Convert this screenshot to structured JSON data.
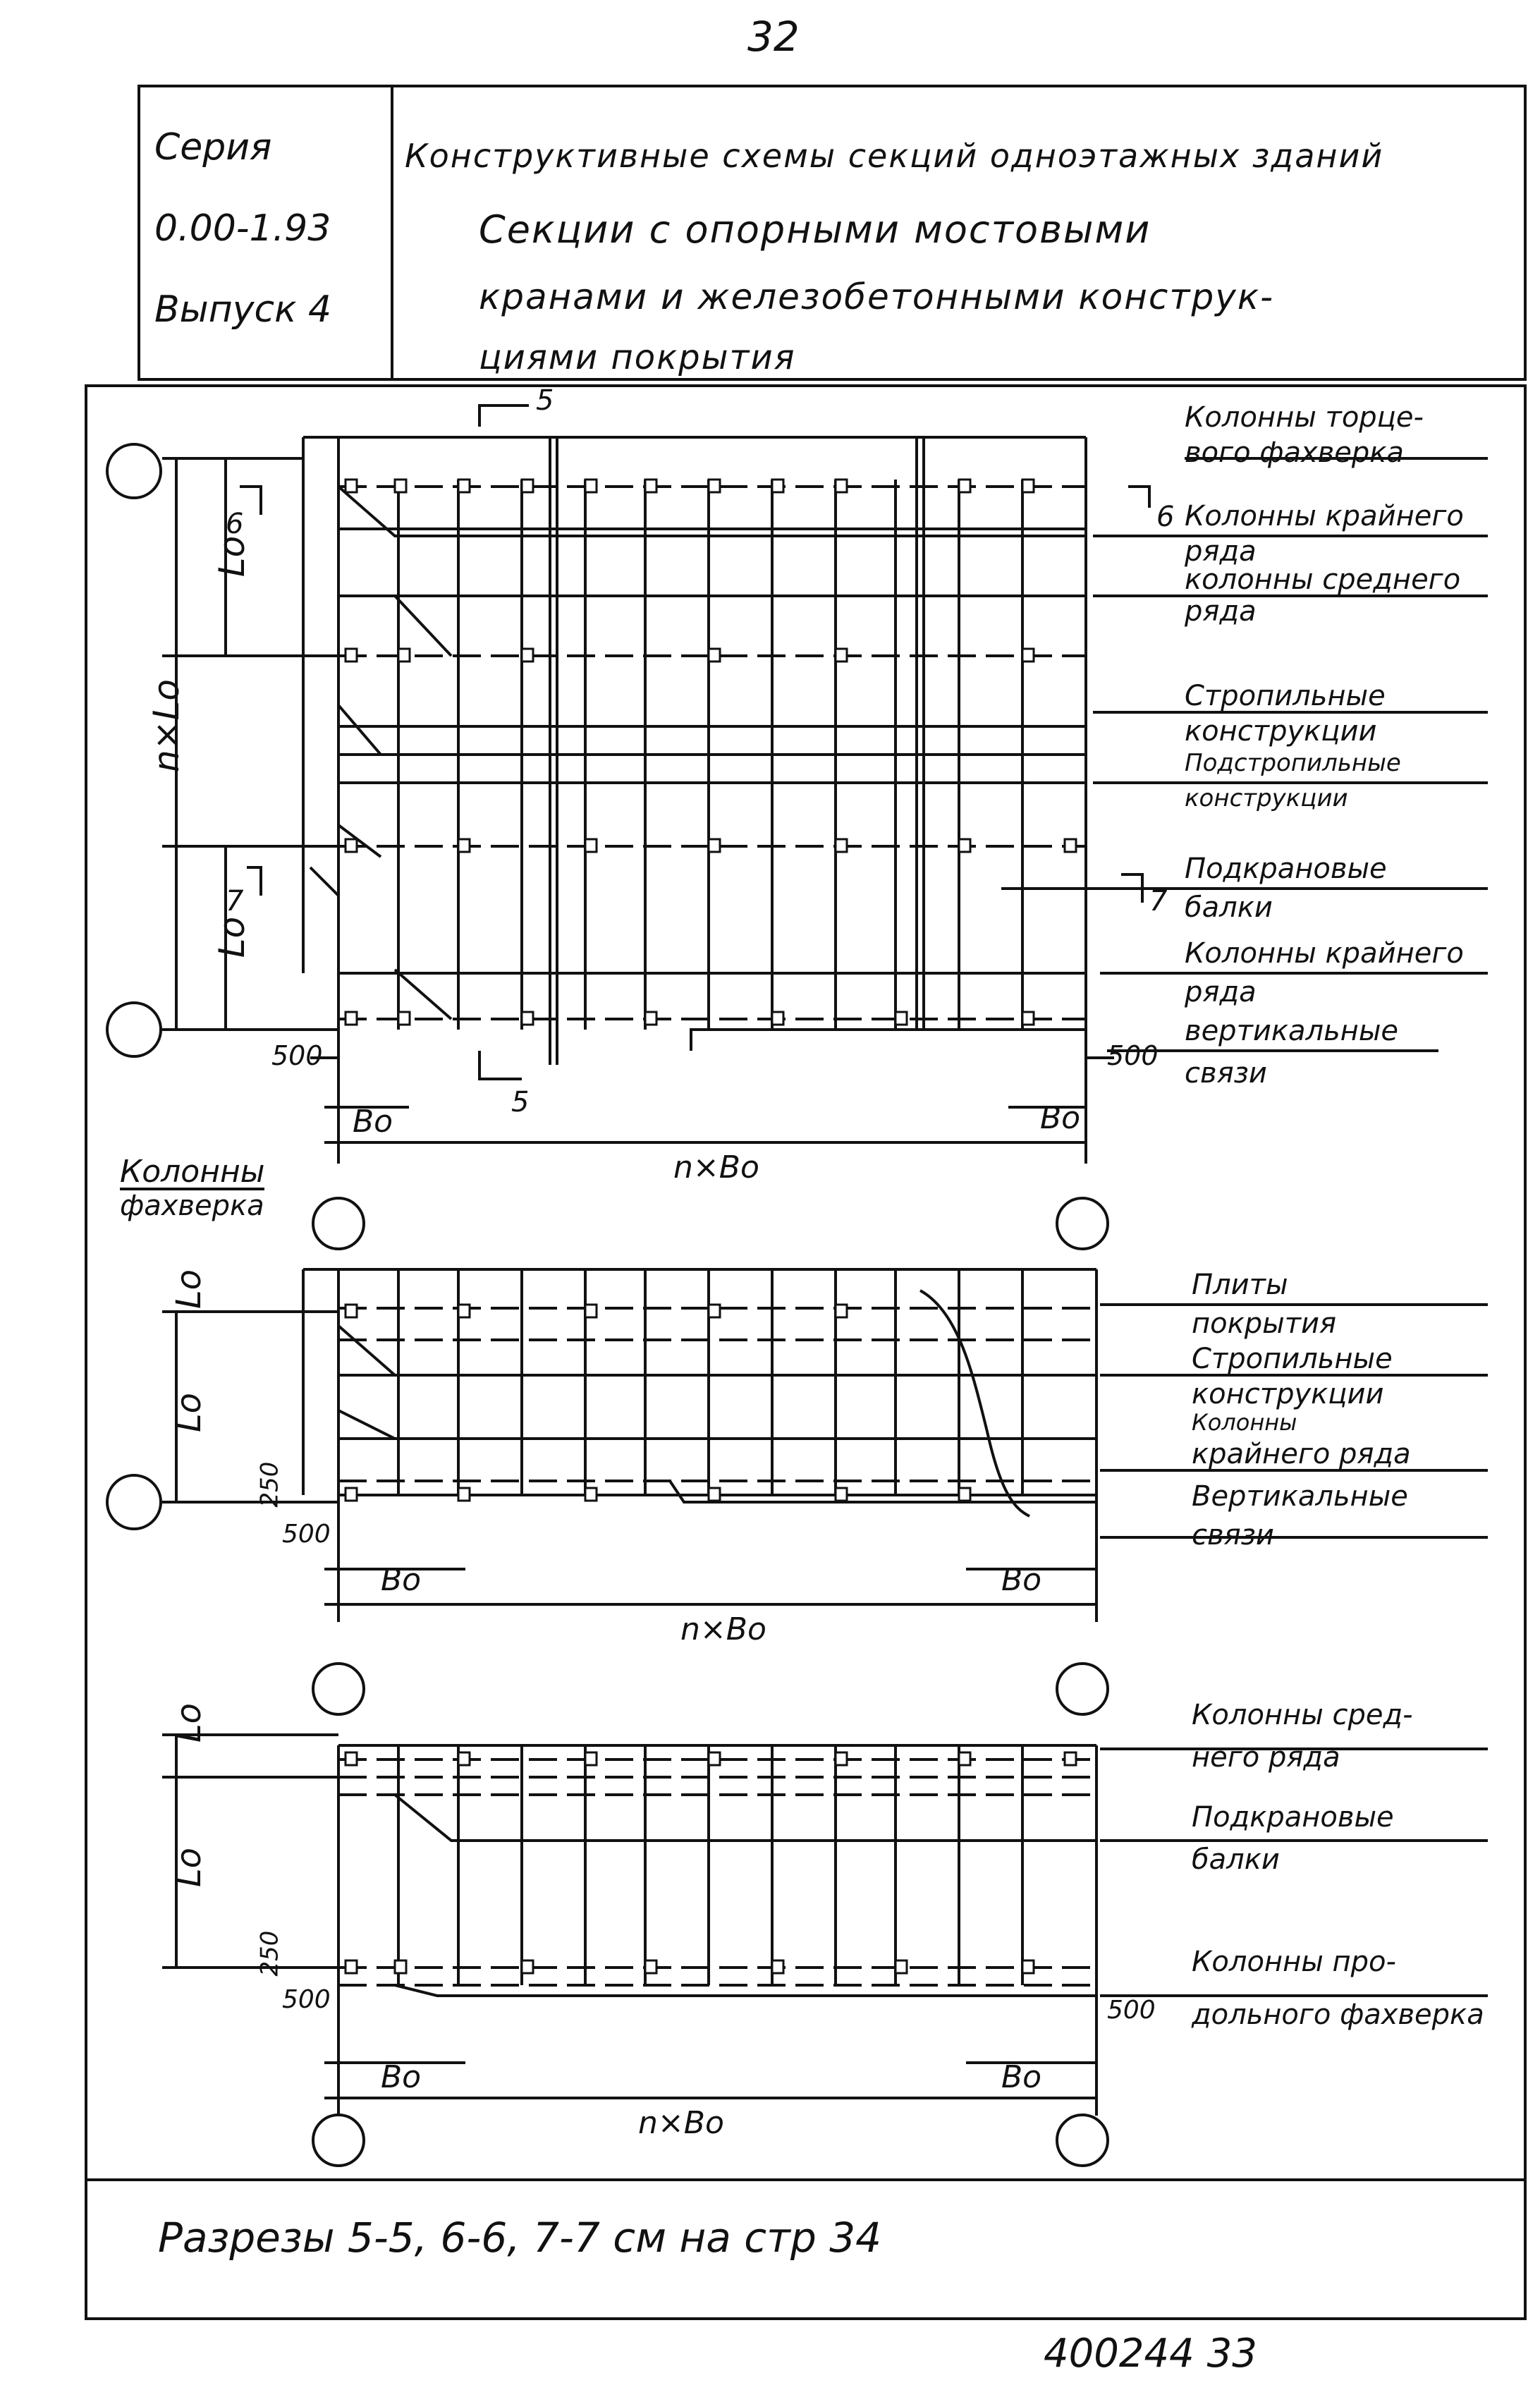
{
  "page_number": "32",
  "series": {
    "line1": "Серия",
    "line2": "0.00-1.93",
    "line3": "Выпуск 4"
  },
  "title": {
    "line1": "Конструктивные схемы секций одноэтажных зданий",
    "line2": "Секции с опорными мостовыми",
    "line3": "кранами и железобетонными конструк-",
    "line4": "циями покрытия"
  },
  "plan1": {
    "dim_n_lo": "n×Lo",
    "dim_lo_top": "Lo",
    "dim_lo_bottom": "Lo",
    "dim_500_left": "500",
    "dim_500_right": "500",
    "dim_bo_left": "Bo",
    "dim_bo_right": "Bo",
    "dim_n_bo": "n×Bo",
    "cut5_top": "5",
    "cut5_bottom": "5",
    "cut6_left": "6",
    "cut6_right": "6",
    "cut7_left": "7",
    "cut7_right": "7",
    "labels": [
      "Колонны торце-",
      "вого фахверка",
      "Колонны крайнего",
      "ряда",
      "колонны среднего",
      "ряда",
      "Стропильные",
      "конструкции",
      "Подстропильные",
      "конструкции",
      "Подкрановые",
      "балки",
      "Колонны крайнего",
      "ряда",
      "вертикальные",
      "связи"
    ]
  },
  "plan2": {
    "left_label_1": "Колонны",
    "left_label_2": "фахверка",
    "dim_lo_top": "Lo",
    "dim_lo_bottom": "Lo",
    "dim_250": "250",
    "dim_500": "500",
    "dim_bo_left": "Bo",
    "dim_bo_right": "Bo",
    "dim_n_bo": "n×Bo",
    "labels": [
      "Плиты",
      "покрытия",
      "Стропильные",
      "конструкции",
      "Колонны",
      "крайнего ряда",
      "Вертикальные",
      "связи"
    ]
  },
  "plan3": {
    "dim_lo_top": "Lo",
    "dim_lo_bottom": "Lo",
    "dim_250": "250",
    "dim_500_left": "500",
    "dim_500_right": "500",
    "dim_bo_left": "Bo",
    "dim_bo_right": "Bo",
    "dim_n_bo": "n×Bo",
    "labels": [
      "Колонны сред-",
      "него ряда",
      "Подкрановые",
      "балки",
      "Колонны про-",
      "дольного фахверка"
    ]
  },
  "footer_note": "Разрезы 5-5, 6-6, 7-7 см на стр 34",
  "stamp": "400244   33"
}
